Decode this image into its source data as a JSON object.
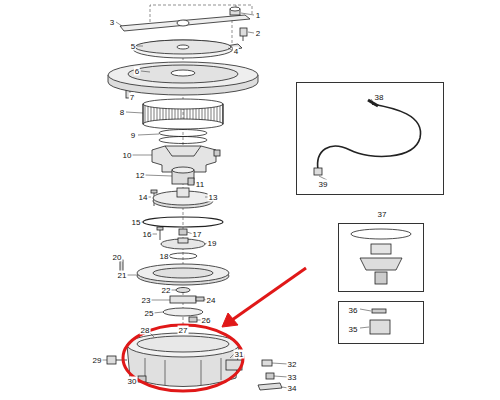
{
  "diagram": {
    "nodes": [
      {
        "text": [
          "38",
          "39"
        ]
      },
      {
        "text": [
          "37"
        ]
      },
      {
        "text": [
          "36",
          "35"
        ]
      }
    ],
    "labels": [
      "1",
      "2",
      "3",
      "5",
      "4",
      "6",
      "7",
      "8",
      "9",
      "10",
      "12",
      "11",
      "14",
      "13",
      "15",
      "16",
      "17",
      "19",
      "18",
      "20",
      "21",
      "22",
      "23",
      "24",
      "25",
      "26",
      "27",
      "28",
      "31",
      "29",
      "32",
      "33",
      "30",
      "34"
    ]
  }
}
